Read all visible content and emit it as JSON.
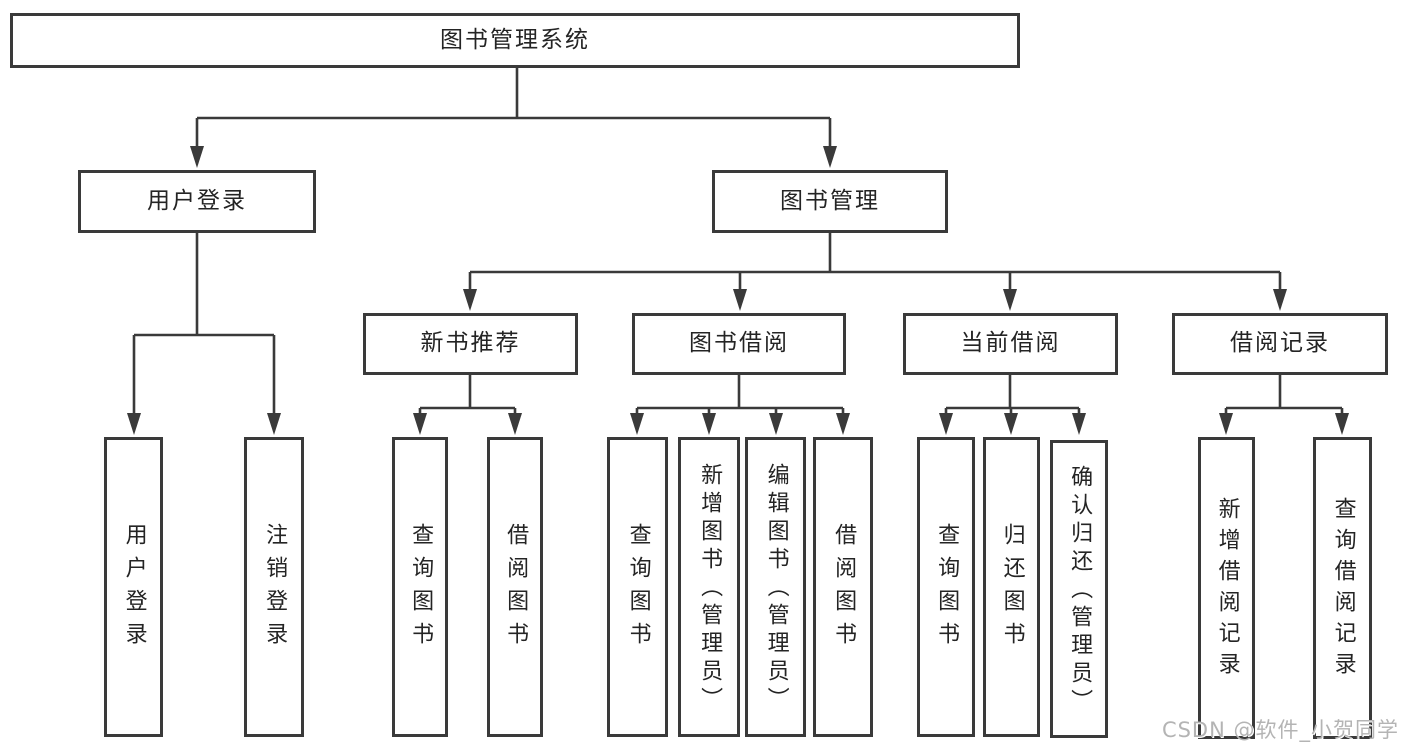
{
  "diagram": {
    "type": "tree-diagram",
    "tree": {
      "label": "图书管理系统",
      "children": [
        {
          "label": "用户登录",
          "children": [
            {
              "label": "用户登录"
            },
            {
              "label": "注销登录"
            }
          ]
        },
        {
          "label": "图书管理",
          "children": [
            {
              "label": "新书推荐",
              "children": [
                {
                  "label": "查询图书"
                },
                {
                  "label": "借阅图书"
                }
              ]
            },
            {
              "label": "图书借阅",
              "children": [
                {
                  "label": "查询图书"
                },
                {
                  "label": "新增图书（管理员）"
                },
                {
                  "label": "编辑图书（管理员）"
                },
                {
                  "label": "借阅图书"
                }
              ]
            },
            {
              "label": "当前借阅",
              "children": [
                {
                  "label": "查询图书"
                },
                {
                  "label": "归还图书"
                },
                {
                  "label": "确认归还（管理员）"
                }
              ]
            },
            {
              "label": "借阅记录",
              "children": [
                {
                  "label": "新增借阅记录"
                },
                {
                  "label": "查询借阅记录"
                }
              ]
            }
          ]
        }
      ]
    },
    "colors": {
      "line": "#3a3a3a",
      "text": "#242424",
      "box_background": "#ffffff",
      "watermark": "#b4b4b4"
    }
  },
  "watermark": "CSDN @软件_小贺同学"
}
